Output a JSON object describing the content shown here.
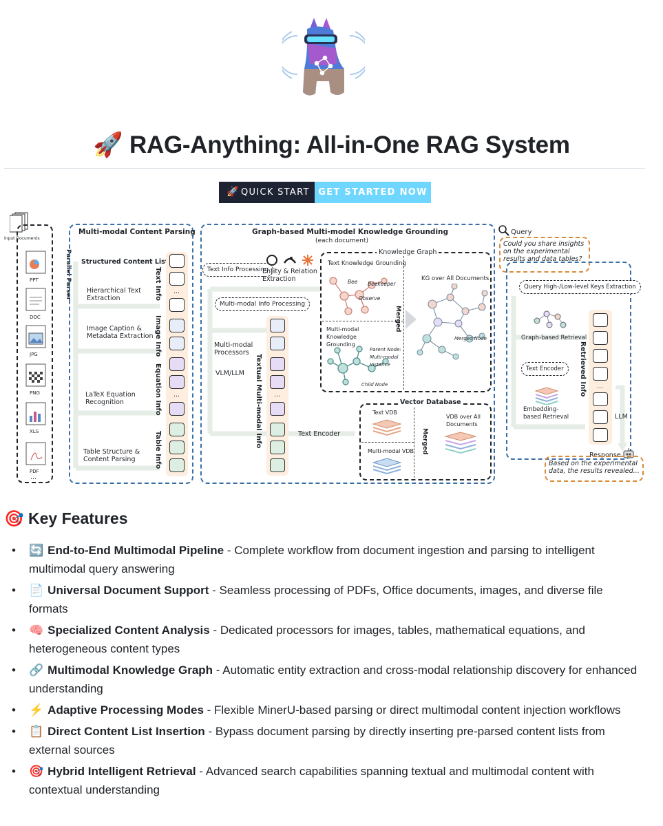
{
  "page": {
    "title": "🚀 RAG-Anything: All-in-One RAG System",
    "buttons": {
      "quick_start": "QUICK START",
      "get_started": "GET STARTED NOW"
    }
  },
  "diagram": {
    "input_documents": "Input Documents",
    "doc_types": [
      "PPT",
      "DOC",
      "JPG",
      "PNG",
      "XLS",
      "PDF",
      "..."
    ],
    "parallel_parser": "Parallel Parser",
    "parsing": {
      "title": "Multi-modal Content Parsing",
      "structured_list": "Structured Content List",
      "hierarchical": "Hierarchical Text Extraction",
      "image_caption": "Image Caption & Metadata Extraction",
      "latex": "LaTeX Equation Recognition",
      "table": "Table Structure & Content Parsing",
      "text_info": "Text Info",
      "image_info": "Image Info",
      "equation_info": "Equation Info",
      "table_info": "Table Info",
      "ellipsis": "..."
    },
    "grounding": {
      "title": "Graph-based Multi-model Knowledge Grounding",
      "subtitle": "(each document)",
      "text_info_processing": "Text Info Processing",
      "entity_relation": "Entity & Relation Extraction",
      "multimodal_info_processing": "Multi-modal Info Processing",
      "multimodal_processors": "Multi-modal Processors",
      "vlm_llm": "VLM/LLM",
      "textual_multimodal_info": "Textual Multi-modal Info",
      "knowledge_graph": "Knowledge Graph",
      "text_kg_grounding": "Text Knowledge Grounding",
      "bee": "Bee",
      "beekeeper": "Beekeeper",
      "observe": "Observe",
      "kg_over_all": "KG over All Documents",
      "mm_kg_grounding": "Multi-modal Knowledge Grounding",
      "parent_node": "Parent Node: Multi-modal Instance",
      "child_node": "Child Node",
      "merged": "Merged",
      "merged_node": "Merged Node",
      "vector_db": "Vector Database",
      "text_encoder": "Text Encoder",
      "text_vdb": "Text VDB",
      "mm_vdb": "Multi-modal VDB",
      "vdb_over_all": "VDB over All Documents"
    },
    "retrieval": {
      "query_label": "Query",
      "query_text": "Could you share insights on the experimental results and data tables?",
      "keys_extraction": "Query High-/Low-level Keys Extraction",
      "graph_retrieval": "Graph-based Retrieval",
      "text_encoder": "Text Encoder",
      "embedding_retrieval": "Embedding-based Retrieval",
      "retrieved_info": "Retrieved Info",
      "llm": "LLM",
      "response_label": "Response",
      "response_text": "Based on the experimental data, the results revealed..."
    }
  },
  "features": {
    "heading": "🎯 Key Features",
    "items": [
      {
        "emoji": "🔄",
        "name": "End-to-End Multimodal Pipeline",
        "desc": " - Complete workflow from document ingestion and parsing to intelligent multimodal query answering"
      },
      {
        "emoji": "📄",
        "name": "Universal Document Support",
        "desc": " - Seamless processing of PDFs, Office documents, images, and diverse file formats"
      },
      {
        "emoji": "🧠",
        "name": "Specialized Content Analysis",
        "desc": " - Dedicated processors for images, tables, mathematical equations, and heterogeneous content types"
      },
      {
        "emoji": "🔗",
        "name": "Multimodal Knowledge Graph",
        "desc": " - Automatic entity extraction and cross-modal relationship discovery for enhanced understanding"
      },
      {
        "emoji": "⚡",
        "name": "Adaptive Processing Modes",
        "desc": " - Flexible MinerU-based parsing or direct multimodal content injection workflows"
      },
      {
        "emoji": "📋",
        "name": "Direct Content List Insertion",
        "desc": " - Bypass document parsing by directly inserting pre-parsed content lists from external sources"
      },
      {
        "emoji": "🎯",
        "name": "Hybrid Intelligent Retrieval",
        "desc": " - Advanced search capabilities spanning textual and multimodal content with contextual understanding"
      }
    ]
  }
}
